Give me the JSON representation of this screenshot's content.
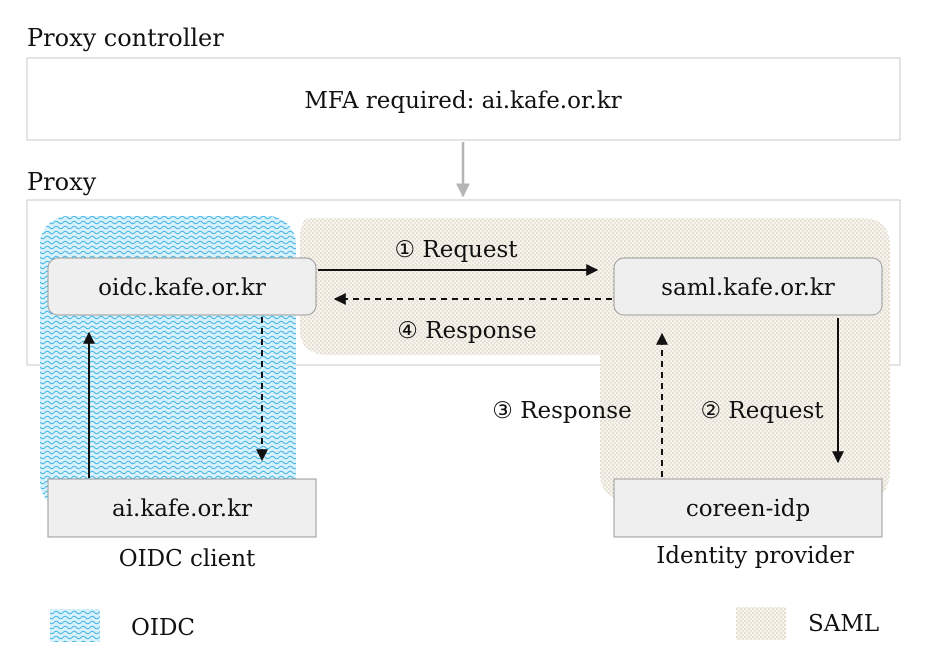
{
  "controller": {
    "title": "Proxy controller",
    "rule": "MFA required: ai.kafe.or.kr"
  },
  "proxy": {
    "title": "Proxy"
  },
  "nodes": {
    "oidc_proxy": "oidc.kafe.or.kr",
    "saml_proxy": "saml.kafe.or.kr",
    "oidc_client": "ai.kafe.or.kr",
    "idp": "coreen-idp"
  },
  "captions": {
    "oidc_client": "OIDC client",
    "idp": "Identity provider"
  },
  "arrows": {
    "req1": "① Request",
    "req2": "② Request",
    "resp3": "③ Response",
    "resp4": "④ Response"
  },
  "legend": {
    "oidc": "OIDC",
    "saml": "SAML"
  },
  "colors": {
    "oidc_pattern": "#5bc0e8",
    "saml_pattern": "#c9bfa8",
    "box_fill": "#efefef",
    "box_stroke": "#9a9a9a",
    "connector": "#b5b5b5"
  }
}
